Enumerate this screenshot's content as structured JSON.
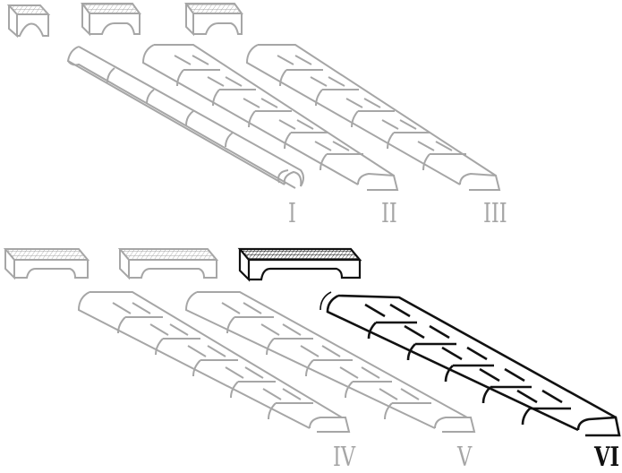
{
  "figure": {
    "description": "Six variants of half-cylinder tile conduit segments with grid-topped arch supports",
    "colors": {
      "muted": "#a6a6a6",
      "highlight": "#111111",
      "background": "#ffffff"
    },
    "variants": [
      {
        "id": "I",
        "label": "I",
        "highlighted": false
      },
      {
        "id": "II",
        "label": "II",
        "highlighted": false
      },
      {
        "id": "III",
        "label": "III",
        "highlighted": false
      },
      {
        "id": "IV",
        "label": "IV",
        "highlighted": false
      },
      {
        "id": "V",
        "label": "V",
        "highlighted": false
      },
      {
        "id": "VI",
        "label": "VI",
        "highlighted": true
      }
    ]
  }
}
